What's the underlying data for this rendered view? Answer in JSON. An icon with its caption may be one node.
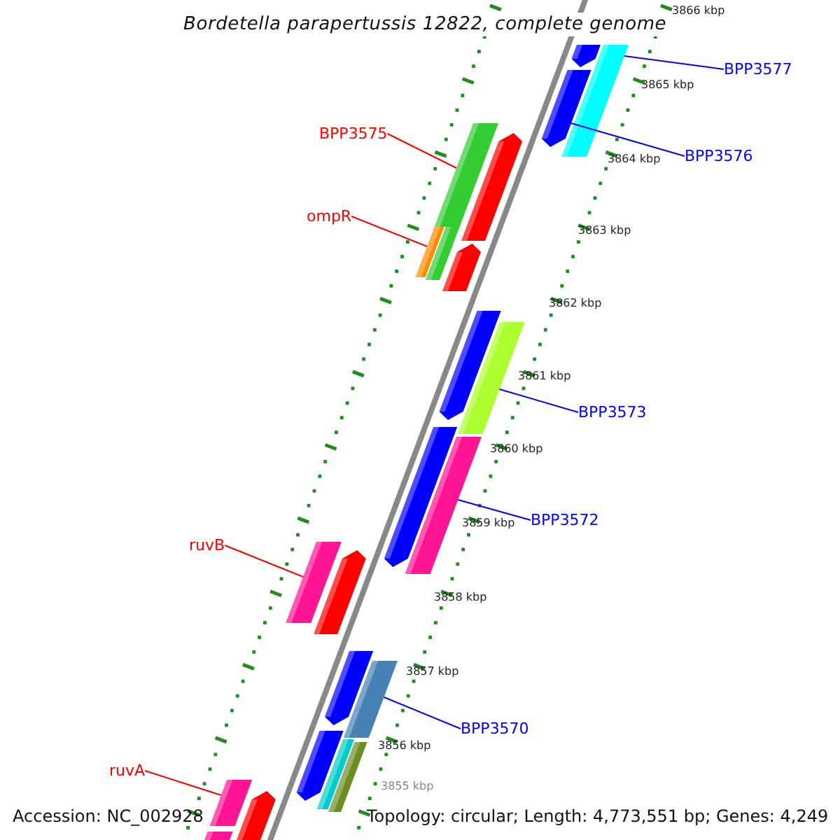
{
  "diagram": {
    "title": "Bordetella parapertussis 12822, complete genome",
    "nodes": [
      {
        "text": [
          "BPP3577"
        ]
      },
      {
        "text": [],
        "shape": "bar"
      },
      {
        "text": [
          "BPP3576"
        ]
      },
      {
        "text": [],
        "shape": "bar"
      },
      {
        "text": [
          "BPP3575"
        ]
      },
      {
        "text": [],
        "shape": "bar"
      },
      {
        "text": [
          "ompR"
        ]
      },
      {
        "text": [],
        "shape": "bar"
      },
      {
        "text": [
          "BPP3573"
        ]
      },
      {
        "text": [],
        "shape": "bar"
      },
      {
        "text": [
          "BPP3572"
        ]
      },
      {
        "text": [],
        "shape": "bar"
      },
      {
        "text": [
          "ruvB"
        ]
      },
      {
        "text": [],
        "shape": "bar"
      },
      {
        "text": [
          "BPP3570"
        ]
      },
      {
        "text": [],
        "shape": "bar"
      },
      {
        "text": [
          "ruvA"
        ]
      },
      {
        "text": [],
        "shape": "bar"
      },
      {
        "text": [],
        "shape": "bar"
      },
      {
        "text": [],
        "shape": "bar"
      },
      {
        "text": [],
        "shape": "bar"
      },
      {
        "text": [],
        "shape": "bar"
      },
      {
        "text": [],
        "shape": "bar"
      },
      {
        "text": [],
        "shape": "bar"
      },
      {
        "text": [],
        "shape": "bar"
      },
      {
        "text": [],
        "shape": "bar"
      },
      {
        "text": [],
        "shape": "bar"
      },
      {
        "text": [],
        "shape": "bar"
      },
      {
        "text": [],
        "shape": "bar"
      },
      {
        "text": [],
        "shape": "bar"
      },
      {
        "text": [],
        "shape": "bar"
      }
    ],
    "edges": [
      {
        "from": 0,
        "to": 1,
        "arrow": "none",
        "color": "#0000ff"
      },
      {
        "from": 2,
        "to": 3,
        "arrow": "none",
        "color": "#0000ff"
      },
      {
        "from": 4,
        "to": 5,
        "arrow": "none",
        "color": "#ff0000"
      },
      {
        "from": 6,
        "to": 7,
        "arrow": "none",
        "color": "#ff0000"
      },
      {
        "from": 8,
        "to": 9,
        "arrow": "none",
        "color": "#0000ff"
      },
      {
        "from": 10,
        "to": 11,
        "arrow": "none",
        "color": "#0000ff"
      },
      {
        "from": 12,
        "to": 13,
        "arrow": "none",
        "color": "#ff0000"
      },
      {
        "from": 14,
        "to": 15,
        "arrow": "none",
        "color": "#0000ff"
      },
      {
        "from": 16,
        "to": 17,
        "arrow": "none",
        "color": "#ff0000"
      }
    ],
    "labels": [
      "3866 kbp",
      "3865 kbp",
      "3864 kbp",
      "3863 kbp",
      "3862 kbp",
      "3861 kbp",
      "3860 kbp",
      "3859 kbp",
      "3858 kbp",
      "3857 kbp",
      "3856 kbp",
      "3855 kbp",
      "Accession: NC_002928",
      "Topology: circular; Length: 4,773,551 bp; Genes: 4,249"
    ]
  }
}
